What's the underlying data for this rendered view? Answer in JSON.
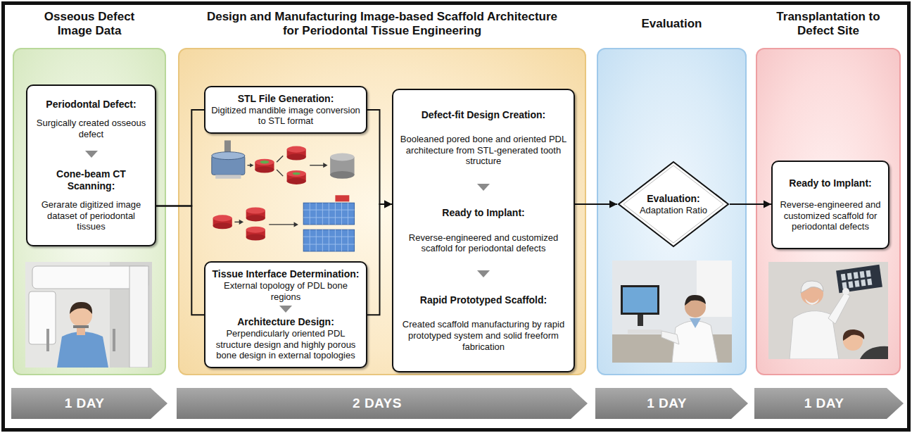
{
  "diagram": {
    "nodes": [
      {
        "text": [
          "Osseous Defect Image Data"
        ]
      },
      {
        "text": [
          "Periodontal Defect:",
          "Surgically created osseous defect",
          "Cone-beam CT Scanning:",
          "Gerarate digitized image dataset of periodontal tissues"
        ],
        "in": 0
      },
      {
        "text": [
          "Design and Manufacturing Image-based Scaffold Architecture for Periodontal Tissue Engineering"
        ]
      },
      {
        "text": [
          "STL File Generation:",
          "Digitized mandible image conversion to STL format"
        ],
        "in": 2
      },
      {
        "text": [
          "Tissue Interface Determination:",
          "External topology of PDL bone regions",
          "Architecture Design:",
          "Perpendicularly oriented PDL structure design and highly porous bone design in external topologies"
        ],
        "in": 2
      },
      {
        "text": [
          "Defect-fit Design Creation:",
          "Booleaned pored bone and oriented PDL architecture from STL-generated tooth structure",
          "Ready to Implant:",
          "Reverse-engineered and customized scaffold for periodontal defects",
          "Rapid Prototyped Scaffold:",
          "Created scaffold manufacturing by rapid prototyped system and solid freeform fabrication"
        ],
        "in": 2
      },
      {
        "text": [
          "Evaluation"
        ]
      },
      {
        "text": [
          "Evaluation:",
          "Adaptation Ratio"
        ],
        "in": 6
      },
      {
        "text": [
          "Transplantation to Defect Site"
        ]
      },
      {
        "text": [
          "Ready to Implant:",
          "Reverse-engineered and customized scaffold for periodontal defects"
        ],
        "in": 8
      },
      {
        "text": [
          "1 DAY"
        ]
      },
      {
        "text": [
          "2 DAYS"
        ]
      },
      {
        "text": [
          "1 DAY"
        ]
      },
      {
        "text": [
          "1 DAY"
        ]
      }
    ],
    "edges": [
      {
        "from": 1,
        "to": 3,
        "arrow": "none"
      },
      {
        "from": 1,
        "to": 4,
        "arrow": "none"
      },
      {
        "from": 3,
        "to": 5,
        "arrow": "to"
      },
      {
        "from": 4,
        "to": 5,
        "arrow": "to"
      },
      {
        "from": 5,
        "to": 7,
        "arrow": "to"
      },
      {
        "from": 7,
        "to": 9,
        "arrow": "to"
      }
    ]
  }
}
